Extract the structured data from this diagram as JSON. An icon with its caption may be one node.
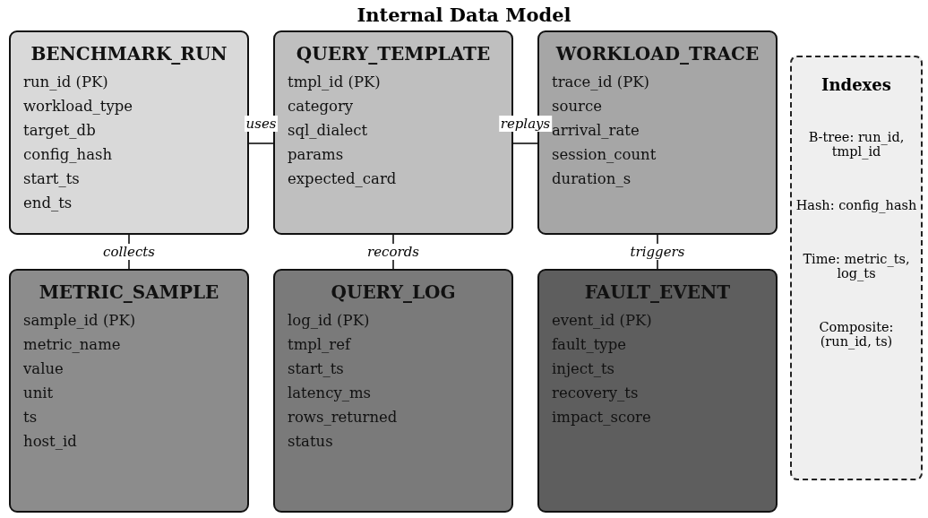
{
  "diagram": {
    "title": "Internal Data Model",
    "nodes": [
      {
        "text": [
          "BENCHMARK_RUN",
          "run_id (PK)",
          "workload_type",
          "target_db",
          "config_hash",
          "start_ts",
          "end_ts"
        ]
      },
      {
        "text": [
          "QUERY_TEMPLATE",
          "tmpl_id (PK)",
          "category",
          "sql_dialect",
          "params",
          "expected_card"
        ]
      },
      {
        "text": [
          "WORKLOAD_TRACE",
          "trace_id (PK)",
          "source",
          "arrival_rate",
          "session_count",
          "duration_s"
        ]
      },
      {
        "text": [
          "METRIC_SAMPLE",
          "sample_id (PK)",
          "metric_name",
          "value",
          "unit",
          "ts",
          "host_id"
        ]
      },
      {
        "text": [
          "QUERY_LOG",
          "log_id (PK)",
          "tmpl_ref",
          "start_ts",
          "latency_ms",
          "rows_returned",
          "status"
        ]
      },
      {
        "text": [
          "FAULT_EVENT",
          "event_id (PK)",
          "fault_type",
          "inject_ts",
          "recovery_ts",
          "impact_score"
        ]
      },
      {
        "text": [
          "Indexes",
          "B-tree: run_id, tmpl_id",
          "Hash: config_hash",
          "Time: metric_ts, log_ts",
          "Composite: (run_id, ts)"
        ]
      }
    ],
    "edges": [
      {
        "from": 0,
        "to": 1,
        "arrow": "none",
        "label": "uses"
      },
      {
        "from": 1,
        "to": 2,
        "arrow": "none",
        "label": "replays"
      },
      {
        "from": 0,
        "to": 3,
        "arrow": "none",
        "label": "collects"
      },
      {
        "from": 1,
        "to": 4,
        "arrow": "none",
        "label": "records"
      },
      {
        "from": 2,
        "to": 5,
        "arrow": "none",
        "label": "triggers"
      }
    ]
  }
}
